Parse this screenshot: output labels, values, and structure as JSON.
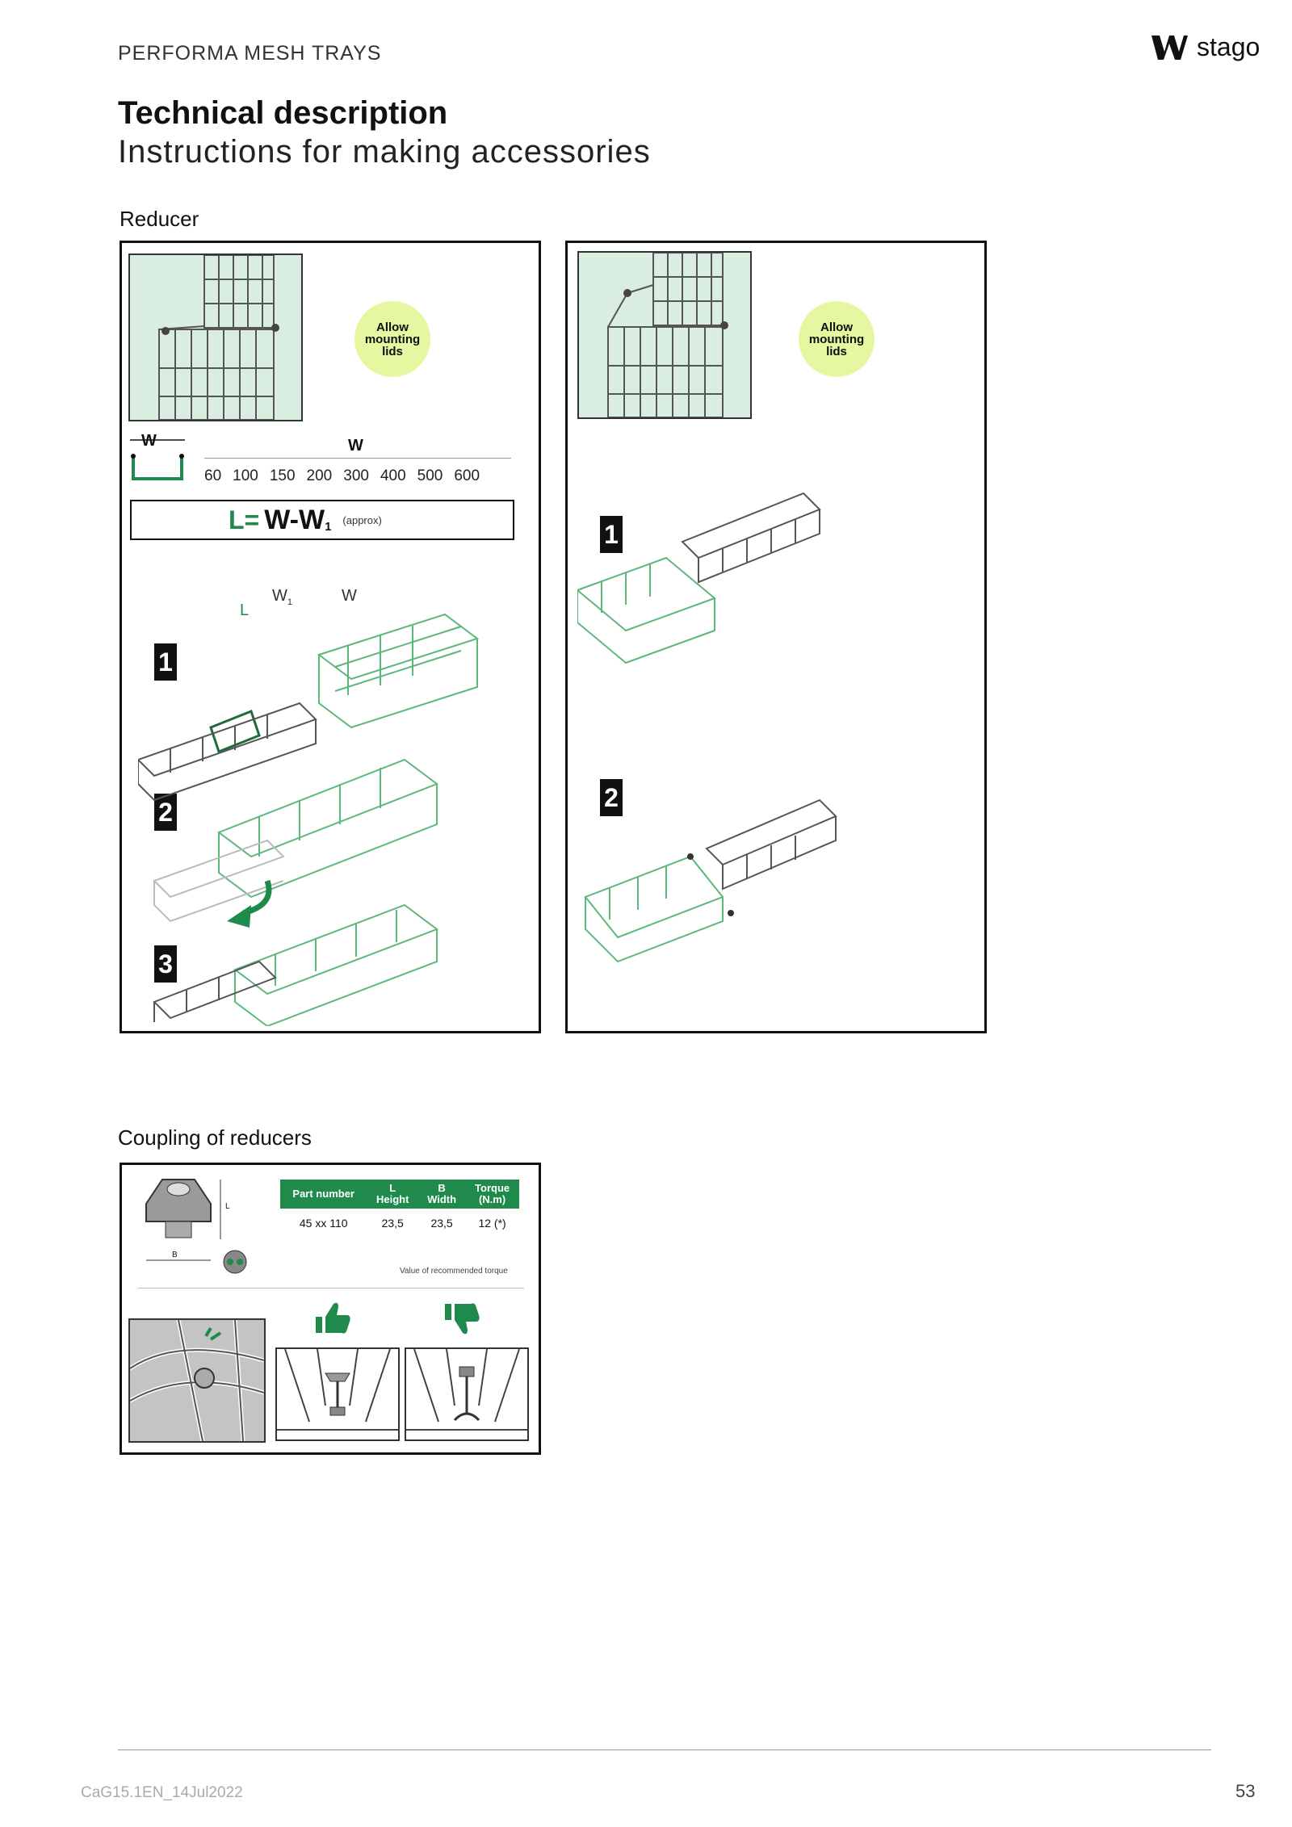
{
  "header": {
    "title": "PERFORMA MESH TRAYS",
    "brand": "stago"
  },
  "page": {
    "h1": "Technical description",
    "h2": "Instructions for making accessories"
  },
  "reducer": {
    "label": "Reducer",
    "badge": "Allow\nmounting\nlids",
    "dim_w1": "W",
    "dim_w": "W",
    "widths": [
      "60",
      "100",
      "150",
      "200",
      "300",
      "400",
      "500",
      "600"
    ],
    "formula_l": "L=",
    "formula_expr": "W-W",
    "formula_sub": "1",
    "formula_note": "(approx)",
    "diag_L": "L",
    "diag_W1": "W",
    "diag_W1_sub": "1",
    "diag_W": "W",
    "steps_left": [
      "1",
      "2",
      "3"
    ],
    "steps_right": [
      "1",
      "2"
    ]
  },
  "coupling": {
    "label": "Coupling of reducers",
    "dim_L": "L",
    "dim_B": "B",
    "table": {
      "headers": [
        {
          "line1": "",
          "line2": "Part number"
        },
        {
          "line1": "L",
          "line2": "Height"
        },
        {
          "line1": "B",
          "line2": "Width"
        },
        {
          "line1": "Torque",
          "line2": "(N.m)"
        }
      ],
      "rows": [
        [
          "45 xx 110",
          "23,5",
          "23,5",
          "12 (*)"
        ]
      ]
    },
    "note": "Value of recommended torque"
  },
  "footer": {
    "code": "CaG15.1EN_14Jul2022",
    "page": "53"
  },
  "colors": {
    "green": "#1f8a4c",
    "tray_green": "#5cb87a",
    "thumb_bg": "#d9ede0",
    "badge": "#e6f7a2"
  }
}
